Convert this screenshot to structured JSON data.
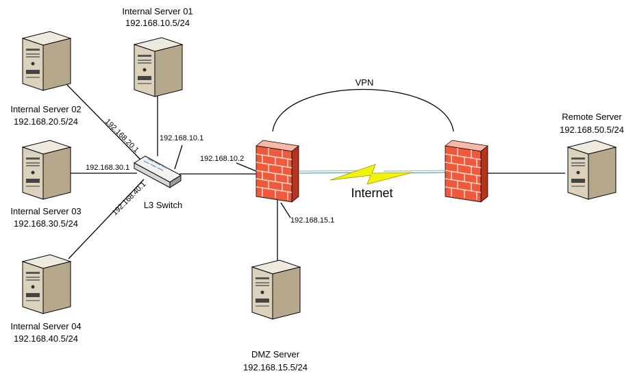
{
  "servers": {
    "s01": {
      "name": "Internal Server 01",
      "ip": "192.168.10.5/24"
    },
    "s02": {
      "name": "Internal Server 02",
      "ip": "192.168.20.5/24"
    },
    "s03": {
      "name": "Internal Server 03",
      "ip": "192.168.30.5/24"
    },
    "s04": {
      "name": "Internal Server 04",
      "ip": "192.168.40.5/24"
    },
    "dmz": {
      "name": "DMZ Server",
      "ip": "192.168.15.5/24"
    },
    "remote": {
      "name": "Remote Server",
      "ip": "192.168.50.5/24"
    }
  },
  "switch": {
    "name": "L3 Switch"
  },
  "links": {
    "to_s01": "192.168.10.1",
    "to_s02": "192.168.20.1",
    "to_s03": "192.168.30.1",
    "to_s04": "192.168.40.1",
    "to_fw": "192.168.10.2",
    "to_dmz": "192.168.15.1"
  },
  "wan": {
    "vpn": "VPN",
    "internet": "Internet"
  },
  "colors": {
    "firewall_front": "#f05a3c",
    "firewall_side": "#b8341e",
    "server_body": "#d8ccb4",
    "lightning": "#f2f20a"
  }
}
